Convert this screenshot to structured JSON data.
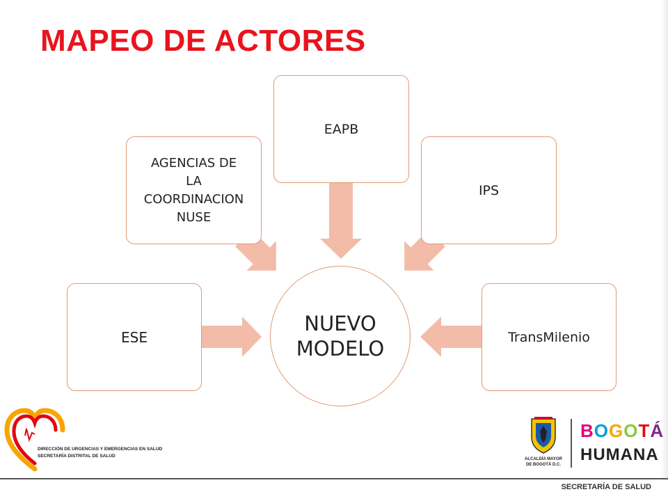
{
  "title": "MAPEO DE ACTORES",
  "diagram": {
    "center": {
      "lines": [
        "NUEVO",
        "MODELO"
      ]
    },
    "actors": {
      "ese": "ESE",
      "agencias": [
        "AGENCIAS DE",
        "LA",
        "COORDINACION",
        "NUSE"
      ],
      "eapb": "EAPB",
      "ips": "IPS",
      "transmilenio": "TransMilenio"
    }
  },
  "logos": {
    "left_line1": "DIRECCIÓN DE URGENCIAS Y EMERGENCIAS EN SALUD",
    "left_line2": "SECRETARÍA DISTRITAL DE SALUD",
    "alcaldia_line1": "ALCALDÍA MAYOR",
    "alcaldia_line2": "DE BOGOTÁ D.C.",
    "bogota_line1": "BOGOTÁ",
    "bogota_line2": "HUMANA",
    "bogota_colors": [
      "#e4007c",
      "#00a0e0",
      "#f7a600",
      "#8cc63f",
      "#e30613",
      "#7d2a8c"
    ]
  },
  "footer": {
    "label": "SECRETARÍA DE SALUD"
  },
  "colors": {
    "title": "#e8141e",
    "arrow": "#f2bca9",
    "box_border": "#e09a72"
  }
}
